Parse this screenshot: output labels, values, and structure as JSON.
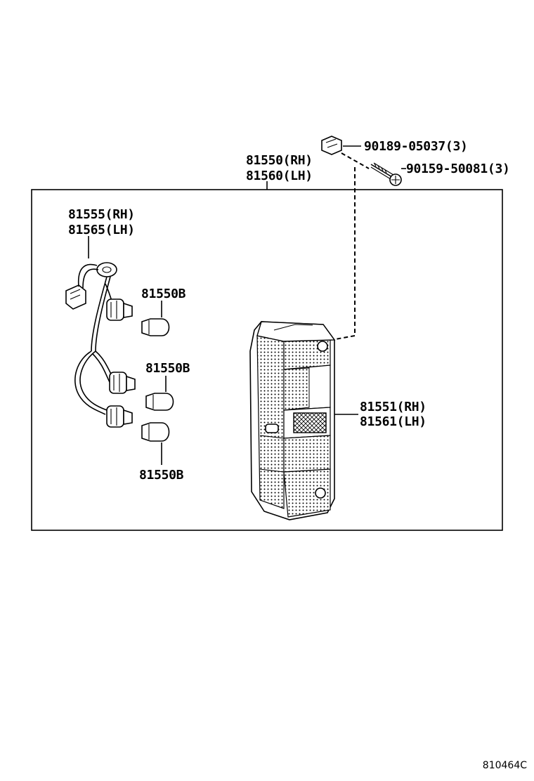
{
  "callouts": {
    "clip": "90189-05037(3)",
    "screw": "90159-50081(3)",
    "assembly_rh": "81550(RH)",
    "assembly_lh": "81560(LH)",
    "socket_rh": "81555(RH)",
    "socket_lh": "81565(LH)",
    "bulb_1": "81550B",
    "bulb_2": "81550B",
    "bulb_3": "81550B",
    "lens_rh": "81551(RH)",
    "lens_lh": "81561(LH)"
  },
  "diagram_code": "810464C"
}
